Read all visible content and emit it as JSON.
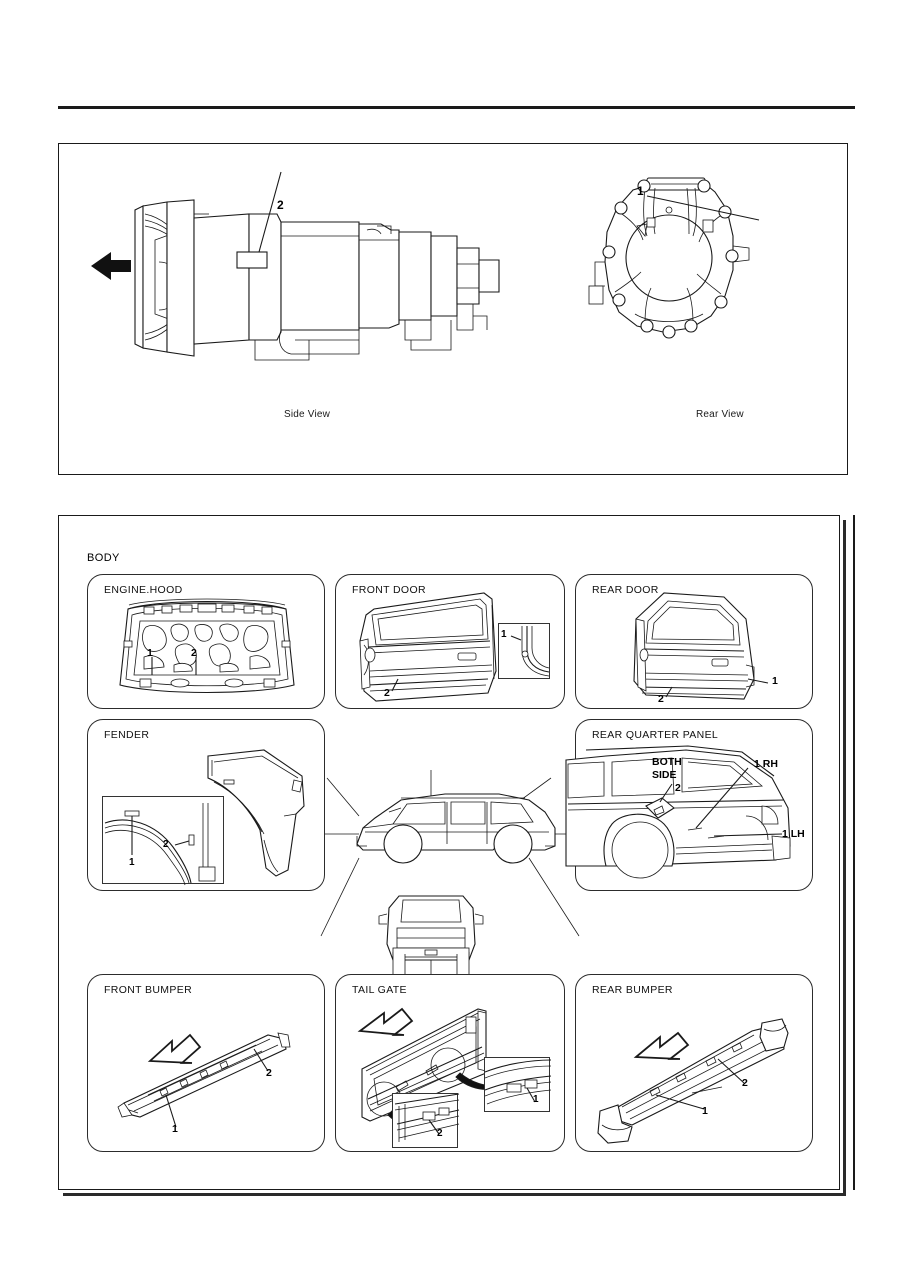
{
  "transmission": {
    "views": [
      {
        "name": "side-view",
        "label": "Side View",
        "callouts": [
          "2"
        ]
      },
      {
        "name": "rear-view",
        "label": "Rear View",
        "callouts": [
          "1"
        ]
      }
    ],
    "direction_arrow": "left-arrow-icon"
  },
  "body": {
    "title": "BODY",
    "panels": [
      {
        "id": "engine-hood",
        "title": "ENGINE.HOOD",
        "callouts": [
          "1",
          "2"
        ]
      },
      {
        "id": "front-door",
        "title": "FRONT DOOR",
        "callouts": [
          "1",
          "2"
        ]
      },
      {
        "id": "rear-door",
        "title": "REAR DOOR",
        "callouts": [
          "1",
          "2"
        ]
      },
      {
        "id": "fender",
        "title": "FENDER",
        "callouts": [
          "1",
          "2"
        ]
      },
      {
        "id": "rear-quarter-panel",
        "title": "REAR QUARTER PANEL",
        "callouts": [
          "2",
          "1 RH",
          "1 LH"
        ],
        "note": "BOTH\nSIDE"
      },
      {
        "id": "front-bumper",
        "title": "FRONT BUMPER",
        "callouts": [
          "1",
          "2"
        ]
      },
      {
        "id": "tail-gate",
        "title": "TAIL GATE",
        "callouts": [
          "1",
          "2"
        ]
      },
      {
        "id": "rear-bumper",
        "title": "REAR BUMPER",
        "callouts": [
          "1",
          "2"
        ]
      }
    ],
    "labels": {
      "engine_hood_1": "1",
      "engine_hood_2": "2",
      "front_door_inset_1": "1",
      "front_door_2": "2",
      "rear_door_1": "1",
      "rear_door_2": "2",
      "fender_1": "1",
      "fender_2": "2",
      "rqp_2": "2",
      "rqp_1rh": "1 RH",
      "rqp_1lh": "1 LH",
      "rqp_both": "BOTH",
      "rqp_side": "SIDE",
      "front_bumper_1": "1",
      "front_bumper_2": "2",
      "tail_gate_1": "1",
      "tail_gate_2": "2",
      "rear_bumper_1": "1",
      "rear_bumper_2": "2",
      "trans_side_2": "2",
      "trans_rear_1": "1"
    },
    "center_views": [
      {
        "name": "vehicle-side-profile"
      },
      {
        "name": "vehicle-rear-view"
      }
    ]
  },
  "colors": {
    "line": "#1a1a1a",
    "background": "#ffffff"
  }
}
